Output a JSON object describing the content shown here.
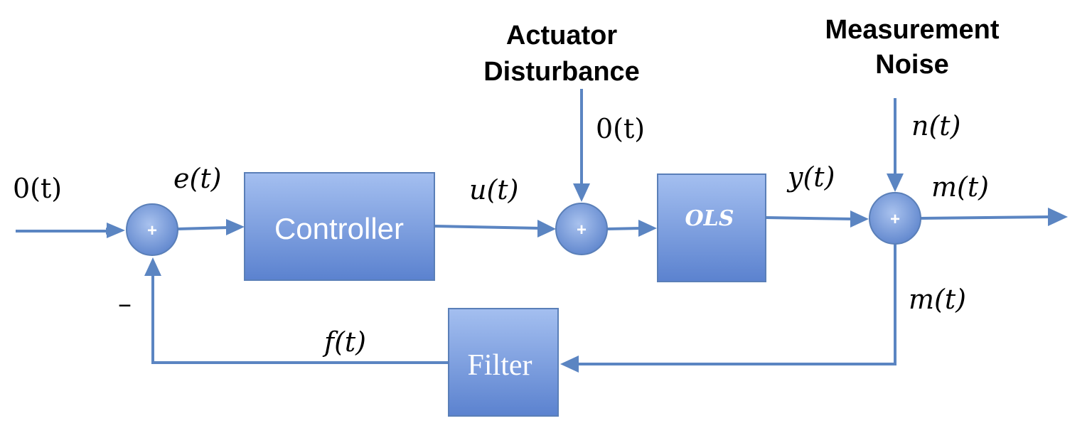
{
  "labels": {
    "actuator_disturbance_line1": "Actuator",
    "actuator_disturbance_line2": "Disturbance",
    "measurement_noise_line1": "Measurement",
    "measurement_noise_line2": "Noise"
  },
  "blocks": {
    "controller": "Controller",
    "plant": "OLS",
    "filter": "Filter"
  },
  "summing_junctions": {
    "sign": "+",
    "feedback_sign": "–"
  },
  "signals": {
    "reference": "0(t)",
    "error": "e(t)",
    "control": "u(t)",
    "disturbance": "0(t)",
    "output": "y(t)",
    "noise": "n(t)",
    "measured_out": "m(t)",
    "measured_feedback": "m(t)",
    "filtered": "f(t)"
  },
  "colors": {
    "block_top": "#a4bff0",
    "block_bottom": "#5b82cf",
    "wire": "#5b85c2",
    "block_border": "#5a7fb8"
  }
}
